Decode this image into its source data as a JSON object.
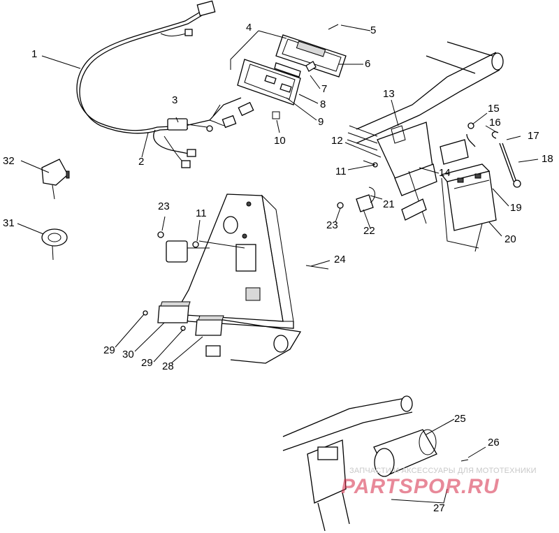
{
  "diagram": {
    "callouts": [
      {
        "id": "1",
        "label": "1"
      },
      {
        "id": "2",
        "label": "2"
      },
      {
        "id": "3",
        "label": "3"
      },
      {
        "id": "4",
        "label": "4"
      },
      {
        "id": "5",
        "label": "5"
      },
      {
        "id": "6",
        "label": "6"
      },
      {
        "id": "7",
        "label": "7"
      },
      {
        "id": "8",
        "label": "8"
      },
      {
        "id": "9",
        "label": "9"
      },
      {
        "id": "10",
        "label": "10"
      },
      {
        "id": "11a",
        "label": "11"
      },
      {
        "id": "11b",
        "label": "11"
      },
      {
        "id": "12",
        "label": "12"
      },
      {
        "id": "13",
        "label": "13"
      },
      {
        "id": "14",
        "label": "14"
      },
      {
        "id": "15",
        "label": "15"
      },
      {
        "id": "16",
        "label": "16"
      },
      {
        "id": "17",
        "label": "17"
      },
      {
        "id": "18",
        "label": "18"
      },
      {
        "id": "19",
        "label": "19"
      },
      {
        "id": "20",
        "label": "20"
      },
      {
        "id": "21",
        "label": "21"
      },
      {
        "id": "22",
        "label": "22"
      },
      {
        "id": "23a",
        "label": "23"
      },
      {
        "id": "23b",
        "label": "23"
      },
      {
        "id": "24",
        "label": "24"
      },
      {
        "id": "25",
        "label": "25"
      },
      {
        "id": "26",
        "label": "26"
      },
      {
        "id": "27",
        "label": "27"
      },
      {
        "id": "28",
        "label": "28"
      },
      {
        "id": "29a",
        "label": "29"
      },
      {
        "id": "29b",
        "label": "29"
      },
      {
        "id": "30",
        "label": "30"
      },
      {
        "id": "31",
        "label": "31"
      },
      {
        "id": "32",
        "label": "32"
      }
    ]
  },
  "watermark": {
    "subtitle": "ЗАПЧАСТИ И АКСЕССУАРЫ ДЛЯ МОТОТЕХНИКИ",
    "logo": "PARTSPOR.RU"
  }
}
